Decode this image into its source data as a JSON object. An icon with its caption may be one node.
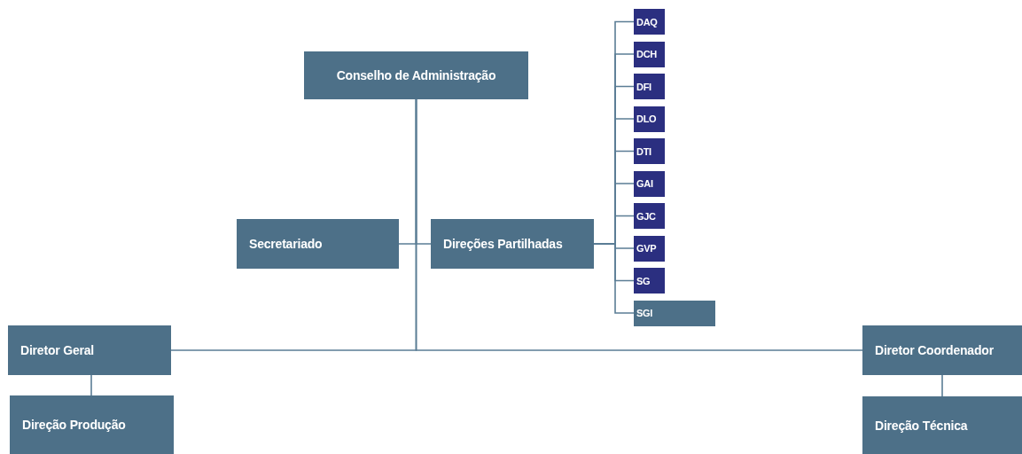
{
  "diagram": {
    "nodes": [
      {
        "text": [
          "Conselho de Administração"
        ]
      },
      {
        "text": [
          "Secretariado"
        ]
      },
      {
        "text": [
          "Direções Partilhadas"
        ]
      },
      {
        "text": [
          "DAQ"
        ]
      },
      {
        "text": [
          "DCH"
        ]
      },
      {
        "text": [
          "DFI"
        ]
      },
      {
        "text": [
          "DLO"
        ]
      },
      {
        "text": [
          "DTI"
        ]
      },
      {
        "text": [
          "GAI"
        ]
      },
      {
        "text": [
          "GJC"
        ]
      },
      {
        "text": [
          "GVP"
        ]
      },
      {
        "text": [
          "SG"
        ]
      },
      {
        "text": [
          "SGI"
        ]
      },
      {
        "text": [
          "Diretor Geral"
        ]
      },
      {
        "text": [
          "Direção Produção"
        ]
      },
      {
        "text": [
          "Diretor Coordenador"
        ]
      },
      {
        "text": [
          "Direção Técnica"
        ]
      }
    ],
    "edges": [
      {
        "from": 0,
        "to": 1,
        "arrow": "none"
      },
      {
        "from": 0,
        "to": 2,
        "arrow": "none"
      },
      {
        "from": 0,
        "to": 13,
        "arrow": "none"
      },
      {
        "from": 0,
        "to": 15,
        "arrow": "none"
      },
      {
        "from": 2,
        "to": 3,
        "arrow": "none"
      },
      {
        "from": 2,
        "to": 4,
        "arrow": "none"
      },
      {
        "from": 2,
        "to": 5,
        "arrow": "none"
      },
      {
        "from": 2,
        "to": 6,
        "arrow": "none"
      },
      {
        "from": 2,
        "to": 7,
        "arrow": "none"
      },
      {
        "from": 2,
        "to": 8,
        "arrow": "none"
      },
      {
        "from": 2,
        "to": 9,
        "arrow": "none"
      },
      {
        "from": 2,
        "to": 10,
        "arrow": "none"
      },
      {
        "from": 2,
        "to": 11,
        "arrow": "none"
      },
      {
        "from": 2,
        "to": 12,
        "arrow": "none"
      },
      {
        "from": 13,
        "to": 14,
        "arrow": "none"
      },
      {
        "from": 15,
        "to": 16,
        "arrow": "none"
      }
    ]
  }
}
